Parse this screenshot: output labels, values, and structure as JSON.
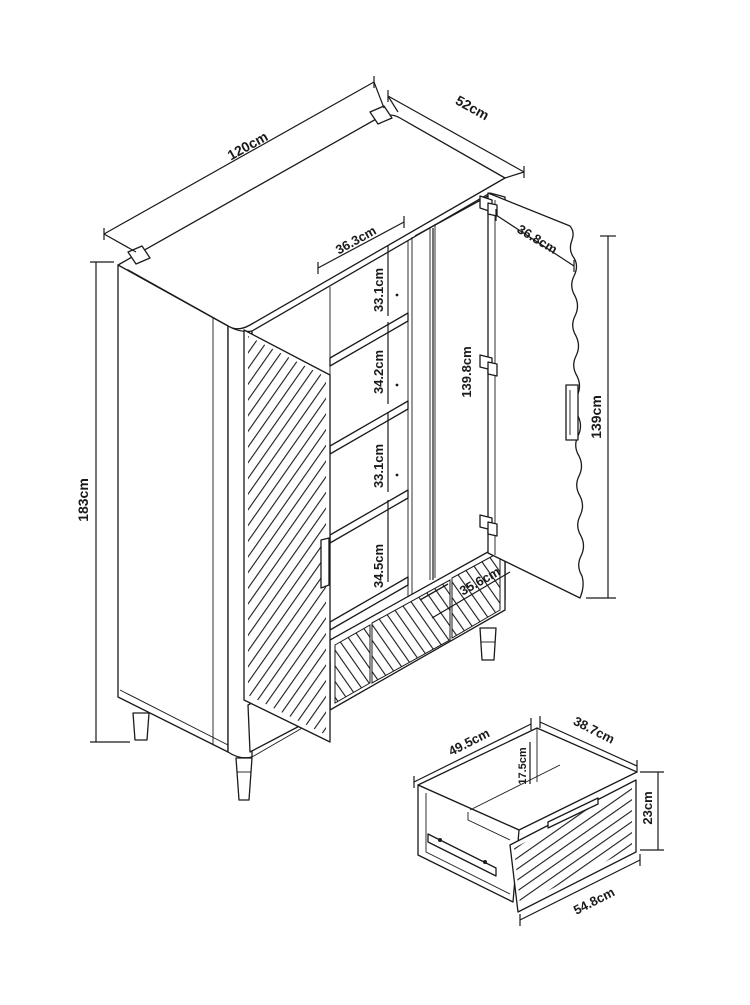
{
  "dimensions": {
    "overall_width": "120cm",
    "overall_depth": "52cm",
    "overall_height": "183cm",
    "shelf_width": "36.3cm",
    "shelf_gap_1": "33.1cm",
    "shelf_gap_2": "34.2cm",
    "shelf_gap_3": "33.1cm",
    "shelf_gap_4": "34.5cm",
    "hanging_height": "139.8cm",
    "inner_drawer_width": "35.6cm",
    "door_width": "36.8cm",
    "door_height": "139cm"
  },
  "drawer": {
    "inner_width": "49.5cm",
    "inner_depth": "38.7cm",
    "inner_height": "17.5cm",
    "front_height": "23cm",
    "front_width": "54.8cm"
  }
}
